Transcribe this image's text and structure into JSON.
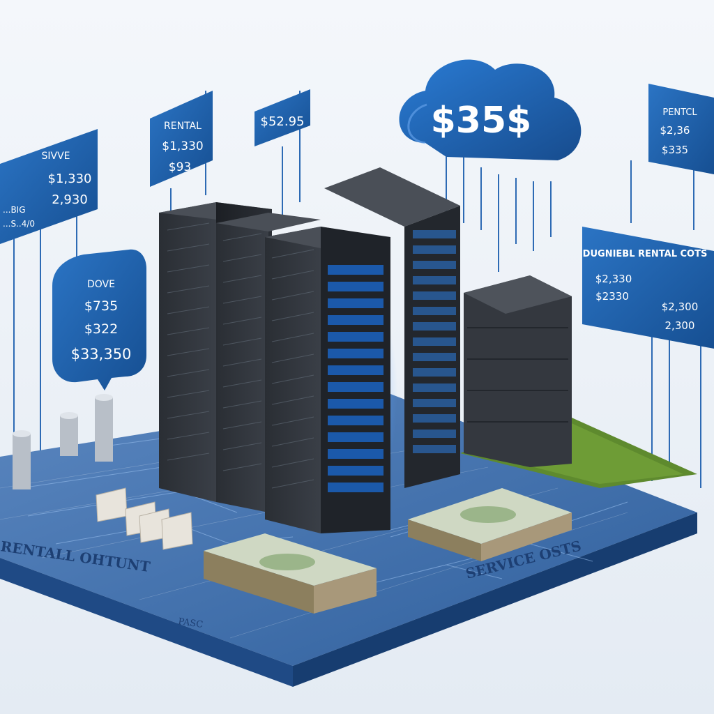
{
  "cloud": {
    "price": "$35$"
  },
  "panels": {
    "far_left": {
      "title": "SIVVE",
      "line1": "$1,330",
      "line2": "2,930",
      "side1": "...BIG",
      "side2": "...S..4/0"
    },
    "rental": {
      "title": "RENTAL",
      "line1": "$1,330",
      "line2": "$93"
    },
    "small_top": {
      "price": "$52.95"
    },
    "bubble": {
      "title": "DOVE",
      "line1": "$735",
      "line2": "$322",
      "line3": "$33,350"
    },
    "right_top": {
      "title": "PENTCL",
      "line1": "$2,36",
      "line2": "$335"
    },
    "right_mid": {
      "title": "DUGNIEBL RENTAL COTS",
      "line1": "$2,330",
      "line2": "$2,300",
      "line3": "$2330",
      "line4": "2,300"
    }
  },
  "board": {
    "label_left": "RENTALL OHTUNT",
    "label_right": "SERVICE OSTS",
    "label_small": "PASC"
  },
  "colors": {
    "panel_blue": "#1e5fa8",
    "panel_dark": "#14467f",
    "glow_blue": "#3b8cff",
    "server_dark": "#2b2f35",
    "board_blue": "#3c6aa8",
    "grass": "#5e8a2e",
    "money_green": "#9bb58a"
  }
}
